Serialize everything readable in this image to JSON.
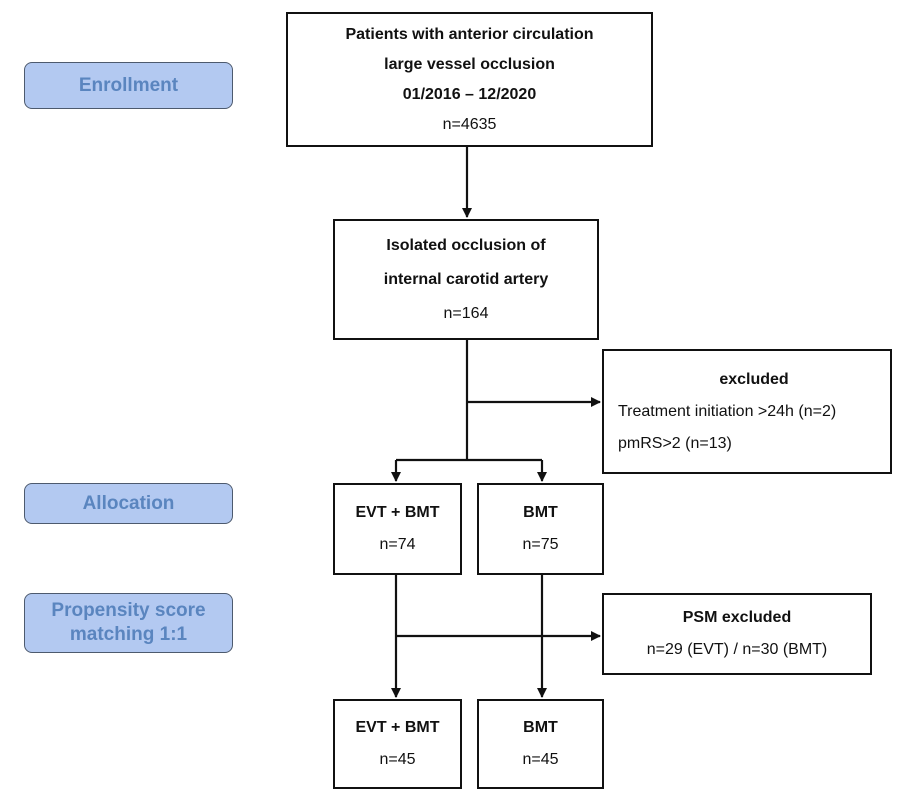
{
  "stages": {
    "enrollment": "Enrollment",
    "allocation": "Allocation",
    "propensity_line1": "Propensity score",
    "propensity_line2": "matching 1:1"
  },
  "boxes": {
    "enrollment": {
      "line1": "Patients with anterior circulation",
      "line2": "large vessel occlusion",
      "line3": "01/2016 – 12/2020",
      "count": "n=4635"
    },
    "isolated": {
      "line1": "Isolated occlusion of",
      "line2": "internal carotid artery",
      "count": "n=164"
    },
    "excluded": {
      "title": "excluded",
      "reason1": "Treatment initiation >24h (n=2)",
      "reason2": "pmRS>2 (n=13)"
    },
    "alloc_evt": {
      "title": "EVT + BMT",
      "count": "n=74"
    },
    "alloc_bmt": {
      "title": "BMT",
      "count": "n=75"
    },
    "psm_excluded": {
      "title": "PSM excluded",
      "detail": "n=29 (EVT) / n=30 (BMT)"
    },
    "final_evt": {
      "title": "EVT + BMT",
      "count": "n=45"
    },
    "final_bmt": {
      "title": "BMT",
      "count": "n=45"
    }
  }
}
